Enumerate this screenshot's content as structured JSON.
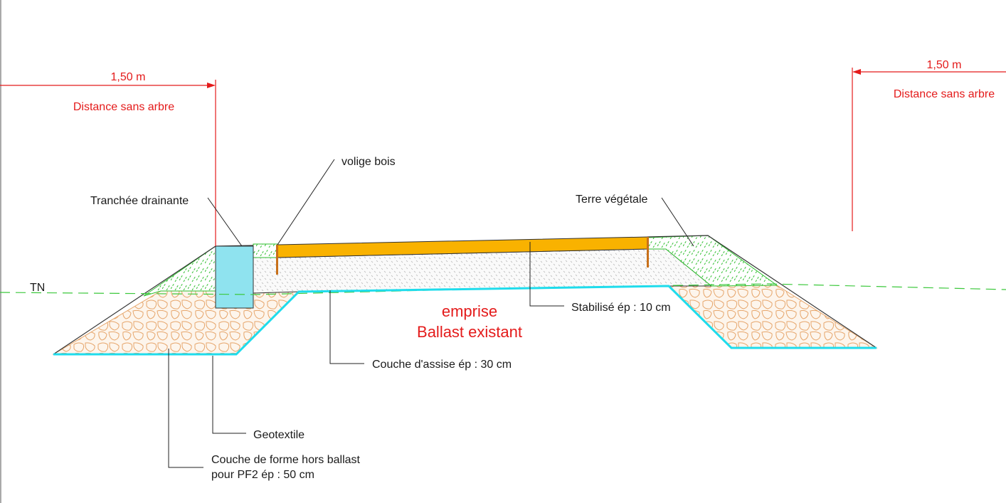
{
  "dimensions": {
    "left": {
      "value": "1,50 m",
      "note": "Distance sans arbre"
    },
    "right": {
      "value": "1,50 m",
      "note": "Distance sans arbre"
    }
  },
  "labels": {
    "tn": "TN",
    "volige": "volige bois",
    "tranchee": "Tranchée drainante",
    "terre": "Terre végétale",
    "stabilise": "Stabilisé ép : 10 cm",
    "emprise_line1": "emprise",
    "emprise_line2": "Ballast existant",
    "couche_assise": "Couche d'assise ép : 30 cm",
    "geotextile": "Geotextile",
    "couche_forme_line1": "Couche de forme hors ballast",
    "couche_forme_line2": "pour PF2  ép : 50 cm"
  },
  "colors": {
    "dimension": "#e41b1b",
    "geotextile": "#1fdcec",
    "stabilise": "#f9b200",
    "volige": "#c8701a",
    "trench": "#8fe3ef",
    "topsoil": "#2fbf2f",
    "tn_line": "#3cc83c",
    "ballast": "#e0a070"
  }
}
